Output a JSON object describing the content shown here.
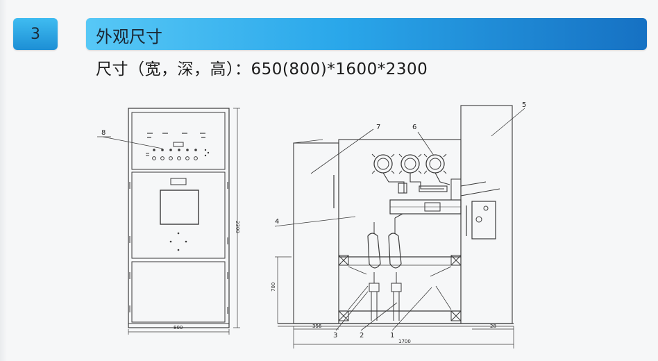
{
  "header": {
    "section_number": "3",
    "title": "外观尺寸"
  },
  "subtitle": "尺寸（宽，深，高）：650(800)*1600*2300",
  "drawing": {
    "part_labels": [
      "8",
      "7",
      "6",
      "5",
      "4",
      "3",
      "2",
      "1"
    ],
    "dimension_labels": {
      "front_width": "800",
      "front_height": "2300",
      "side_depth": "1700",
      "side_left_offset": "356",
      "side_right_offset": "28",
      "side_lower_height": "700"
    }
  }
}
